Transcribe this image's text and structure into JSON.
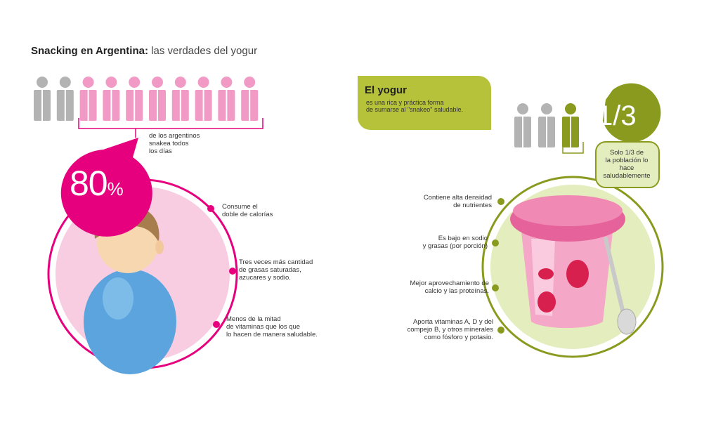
{
  "title": {
    "bold": "Snacking en Argentina:",
    "rest": "las verdades del yogur"
  },
  "left": {
    "people_total": 10,
    "people_highlighted": 8,
    "caption": [
      "de los argentinos",
      "snakea todos",
      "los días"
    ],
    "big_number": "80",
    "big_unit": "%",
    "facts": [
      [
        "Consume el",
        "doble de calorías"
      ],
      [
        "Tres veces más cantidad",
        "de grasas saturadas,",
        "azucares y sodio."
      ],
      [
        "Menos de la mitad",
        "de vitaminas que los que",
        "lo hacen de manera saludable."
      ]
    ]
  },
  "right": {
    "box_title": "El yogur",
    "box_desc": [
      "es una rica y práctica forma",
      "de sumarse al \"snakeo\" saludable."
    ],
    "people_total": 3,
    "people_highlighted": 1,
    "fraction": "1/3",
    "fraction_caption": [
      "Solo 1/3 de",
      "la población lo",
      "hace",
      "saludablemente"
    ],
    "facts": [
      [
        "Contiene alta densidad",
        "de nutrientes"
      ],
      [
        "Es bajo en sodio",
        "y grasas (por porción)"
      ],
      [
        "Mejor aprovechamiento de",
        "calcio y las proteínas."
      ],
      [
        "Aporta vitaminas A, D y del",
        "compejo B, y otros minerales",
        "como fósforo y potasio."
      ]
    ]
  },
  "colors": {
    "magenta": "#e6007e",
    "pink": "#f29ac6",
    "pink_light": "#f8cde2",
    "grey": "#b3b3b3",
    "green": "#b6c23a",
    "green_dark": "#8a9a1f",
    "green_light": "#e4edbd"
  }
}
